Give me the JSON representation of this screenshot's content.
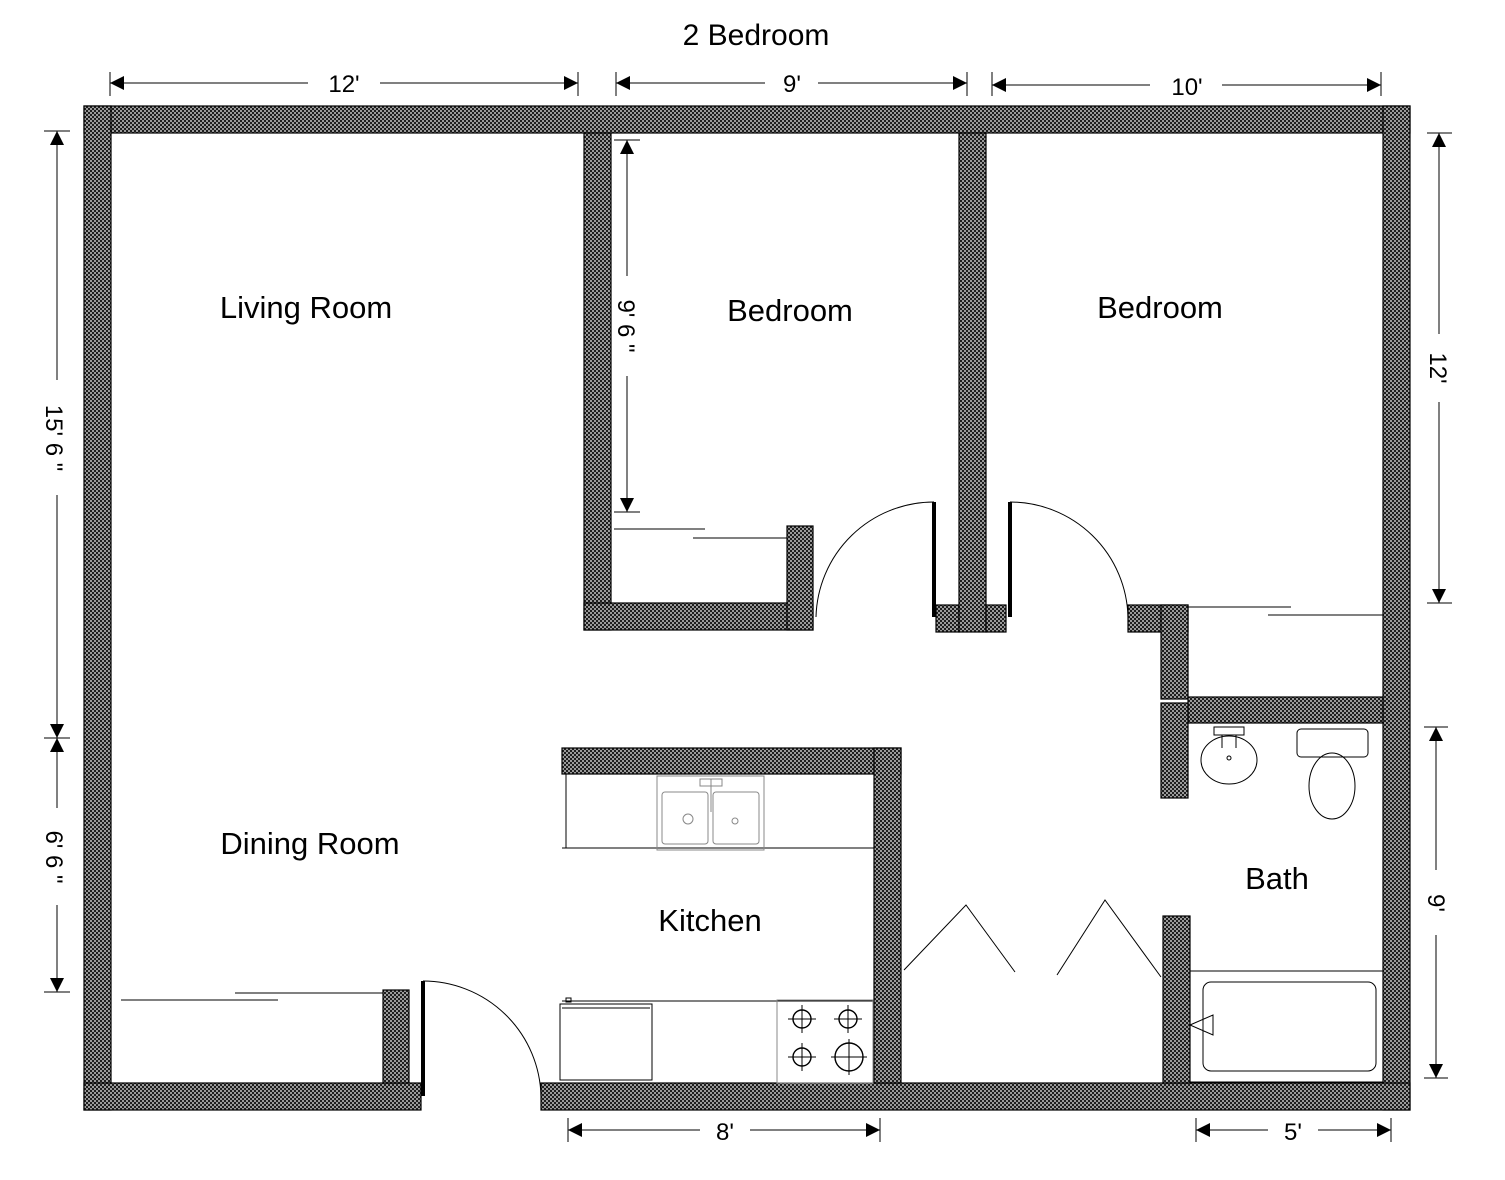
{
  "title": "2 Bedroom",
  "rooms": {
    "living_room": "Living Room",
    "bedroom_1": "Bedroom",
    "bedroom_2": "Bedroom",
    "dining_room": "Dining Room",
    "kitchen": "Kitchen",
    "bath": "Bath"
  },
  "dimensions": {
    "top_living": "12'",
    "top_bedroom_1": "9'",
    "top_bedroom_2": "10'",
    "left_living": "15' 6 \"",
    "left_dining": "6' 6 \"",
    "bedroom_1_depth": "9' 6 \"",
    "right_bedroom_2": "12'",
    "right_bath": "9'",
    "bottom_kitchen": "8'",
    "bottom_bath": "5'"
  }
}
